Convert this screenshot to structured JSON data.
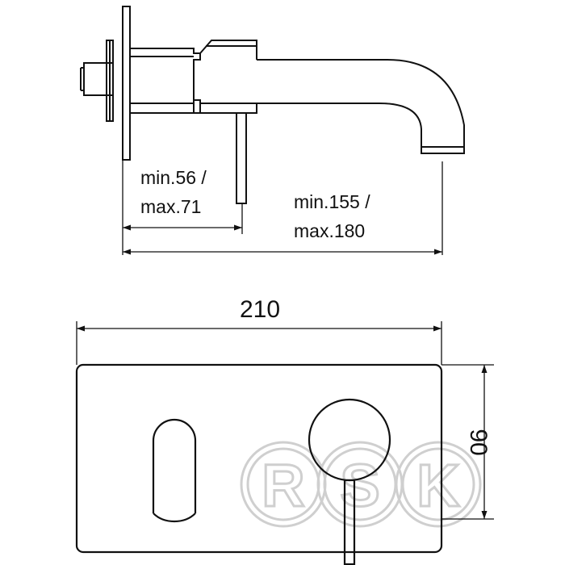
{
  "drawing": {
    "side_view": {
      "dim_wall_to_lever": {
        "line1": "min.56 /",
        "line2": "max.71"
      },
      "dim_wall_to_spout": {
        "line1": "min.155 /",
        "line2": "max.180"
      }
    },
    "front_view": {
      "dim_width": "210",
      "dim_height": "90"
    },
    "watermark": {
      "letters": [
        "R",
        "S",
        "K"
      ],
      "color": "#cfcfcf"
    },
    "colors": {
      "line": "#111111",
      "background": "#ffffff"
    }
  }
}
